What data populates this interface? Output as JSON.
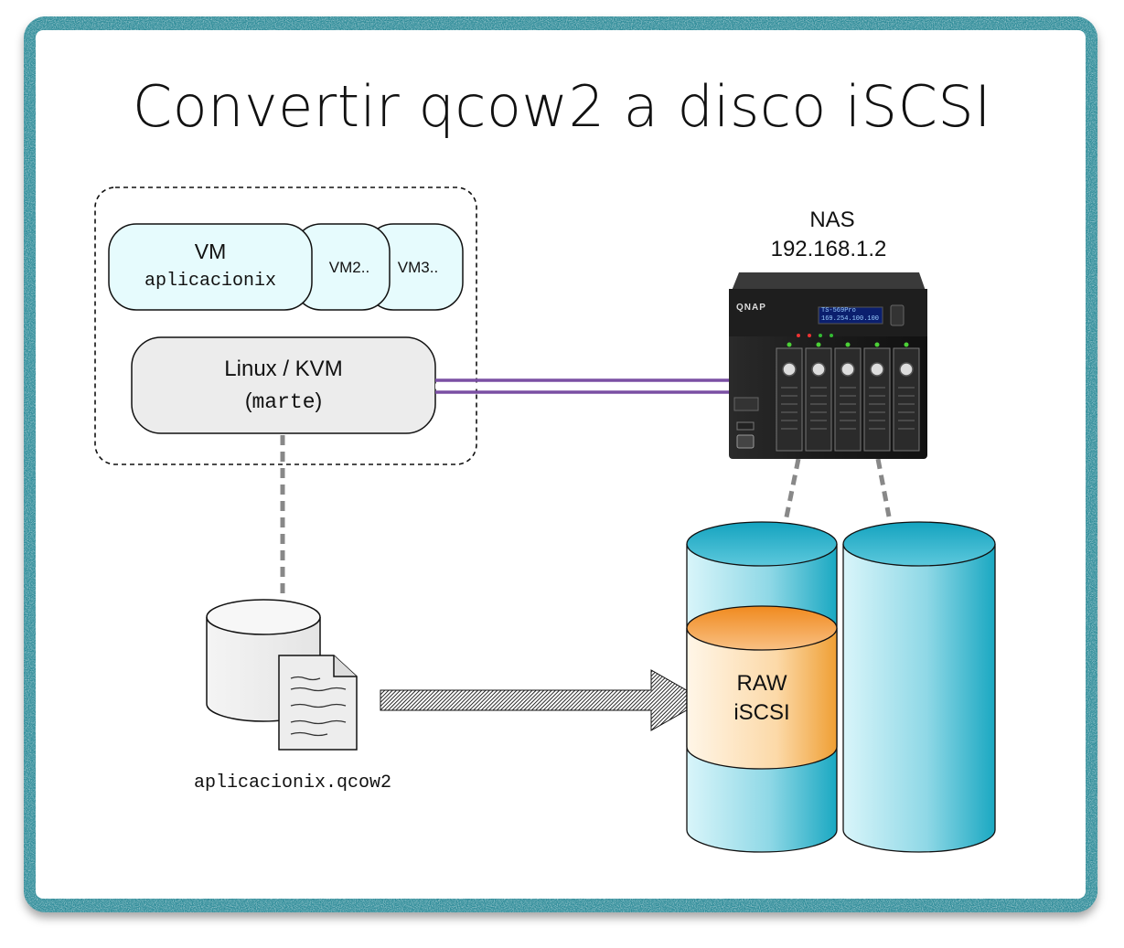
{
  "title": "Convertir qcow2 a disco iSCSI",
  "host": {
    "vm_main_label": "VM",
    "vm_main_name": "aplicacionix",
    "vm2_label": "VM2..",
    "vm3_label": "VM3..",
    "hypervisor_label": "Linux / KVM",
    "hypervisor_name": "marte"
  },
  "nas": {
    "label": "NAS",
    "ip": "192.168.1.2",
    "brand": "QNAP",
    "lcd_line1": "TS-569Pro",
    "lcd_line2": "169.254.100.100"
  },
  "file": {
    "name": "aplicacionix.qcow2"
  },
  "volume": {
    "line1": "RAW",
    "line2": "iSCSI"
  },
  "colors": {
    "frame": "#2f8c99",
    "link": "#7a4fa3",
    "vm_fill": "#e6fbfd",
    "host_fill": "#ececec",
    "cylinder": "#2fb4cb",
    "raw_volume": "#f2a23a"
  }
}
